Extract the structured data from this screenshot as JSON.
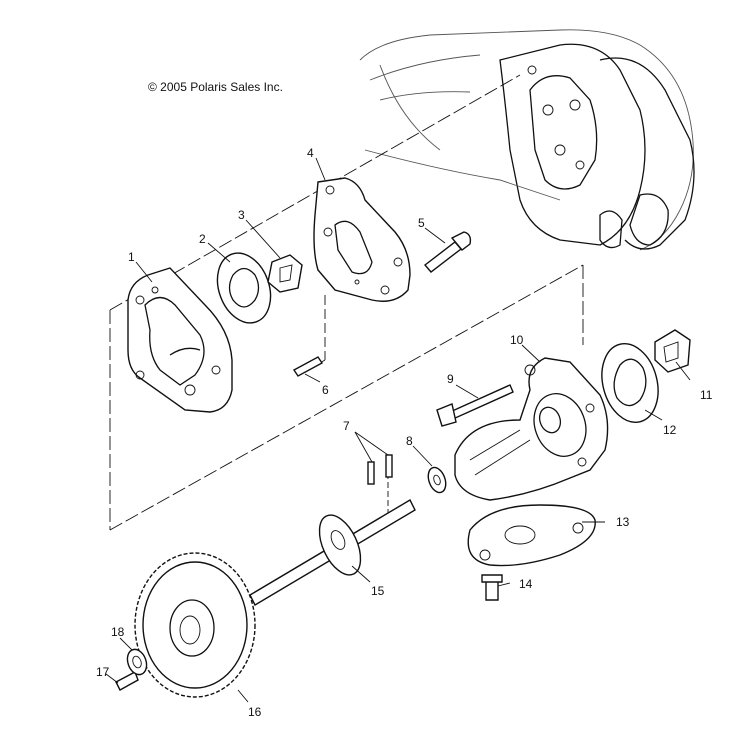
{
  "copyright": "© 2005 Polaris Sales Inc.",
  "callouts": [
    "1",
    "2",
    "3",
    "4",
    "5",
    "6",
    "7",
    "8",
    "9",
    "10",
    "11",
    "12",
    "13",
    "14",
    "15",
    "16",
    "17",
    "18"
  ]
}
